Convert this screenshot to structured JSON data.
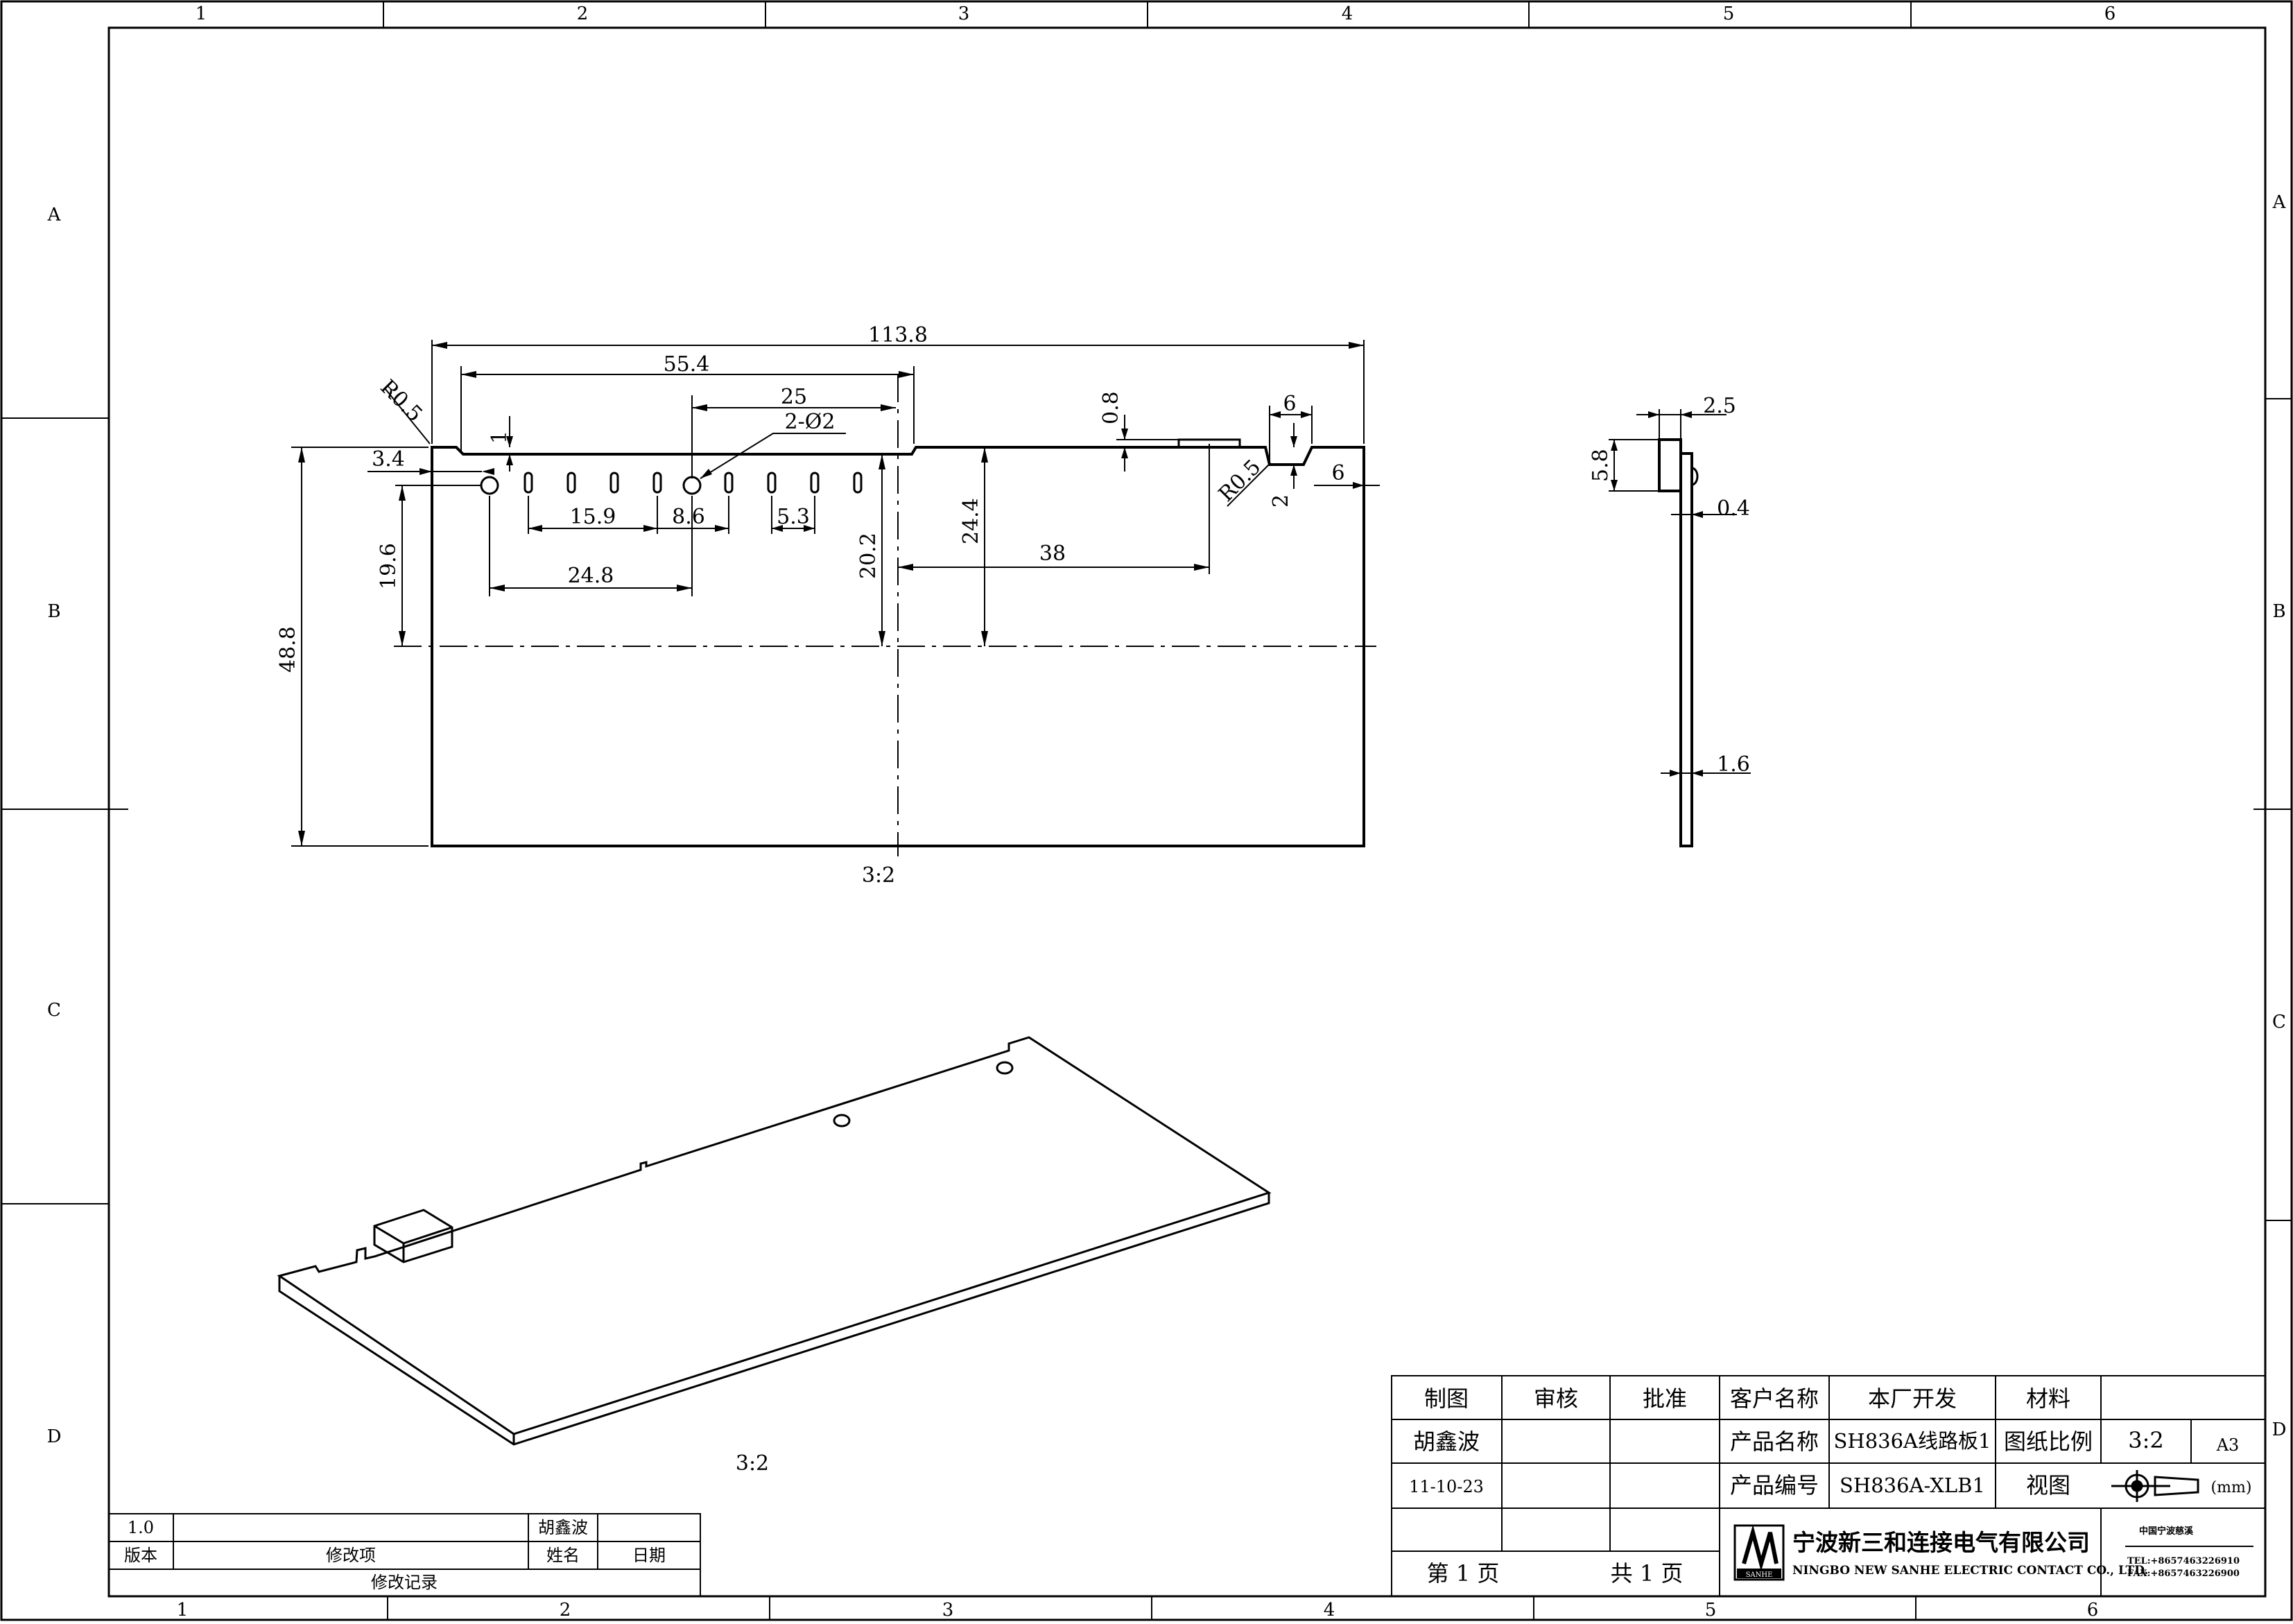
{
  "zones": {
    "columns_top": [
      "1",
      "2",
      "3",
      "4",
      "5",
      "6"
    ],
    "columns_bottom": [
      "1",
      "2",
      "3",
      "4",
      "5",
      "6"
    ],
    "rows": [
      "A",
      "B",
      "C",
      "D"
    ]
  },
  "front_view": {
    "scale_label": "3:2",
    "dims": {
      "overall_width": "113.8",
      "d55": "55.4",
      "d25": "25",
      "holes": "2-Ø2",
      "r_left": "R0.5",
      "r_right": "R0.5",
      "d1": "1",
      "d34": "3.4",
      "d159": "15.9",
      "d86": "8.6",
      "d53": "5.3",
      "d248": "24.8",
      "d196": "19.6",
      "d488": "48.8",
      "d202": "20.2",
      "d244": "24.4",
      "d38": "38",
      "d08": "0.8",
      "d6a": "6",
      "d6b": "6",
      "d2": "2"
    }
  },
  "side_view": {
    "dims": {
      "d25": "2.5",
      "d58": "5.8",
      "d04": "0.4",
      "d16": "1.6"
    }
  },
  "iso_view": {
    "scale_label": "3:2"
  },
  "revision_table": {
    "version": "1.0",
    "author": "胡鑫波",
    "h_version": "版本",
    "h_change": "修改项",
    "h_name": "姓名",
    "h_date": "日期",
    "footer": "修改记录"
  },
  "title_block": {
    "h_drawn": "制图",
    "h_review": "审核",
    "h_approve": "批准",
    "h_customer": "客户名称",
    "customer": "本厂开发",
    "h_material": "材料",
    "drafter": "胡鑫波",
    "h_product_name": "产品名称",
    "product_name": "SH836A线路板1",
    "h_scale": "图纸比例",
    "scale": "3:2",
    "paper": "A3",
    "date": "11-10-23",
    "h_product_code": "产品编号",
    "product_code": "SH836A-XLB1",
    "h_view": "视图",
    "unit": "(mm)",
    "page": "第 1 页",
    "total": "共 1 页",
    "company_cn": "宁波新三和连接电气有限公司",
    "company_en": "NINGBO NEW SANHE ELECTRIC CONTACT CO., LTD.",
    "logo_text": "SANHE",
    "contact_title": "中国宁波慈溪",
    "tel": "TEL:+8657463226910",
    "fax": "FAX:+8657463226900"
  },
  "colors": {
    "line": "#000000",
    "paper": "#ffffff"
  }
}
